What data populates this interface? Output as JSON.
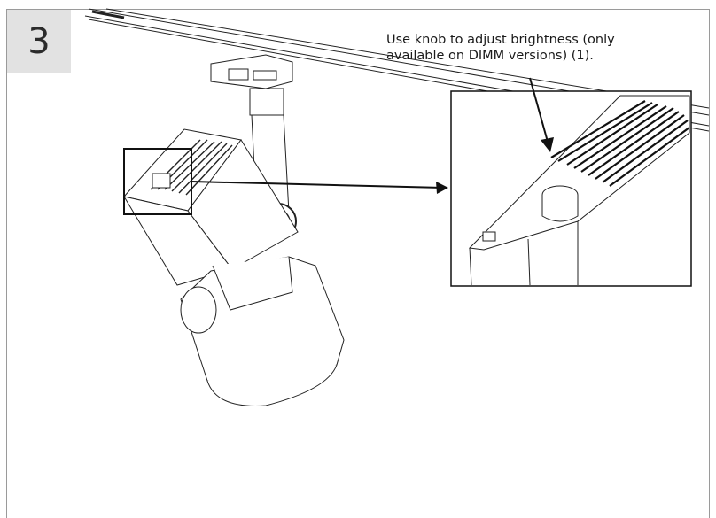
{
  "step": {
    "number": "3"
  },
  "caption": {
    "line1": "Use knob to adjust brightness (only",
    "line2": "available on DIMM versions) (1)."
  }
}
